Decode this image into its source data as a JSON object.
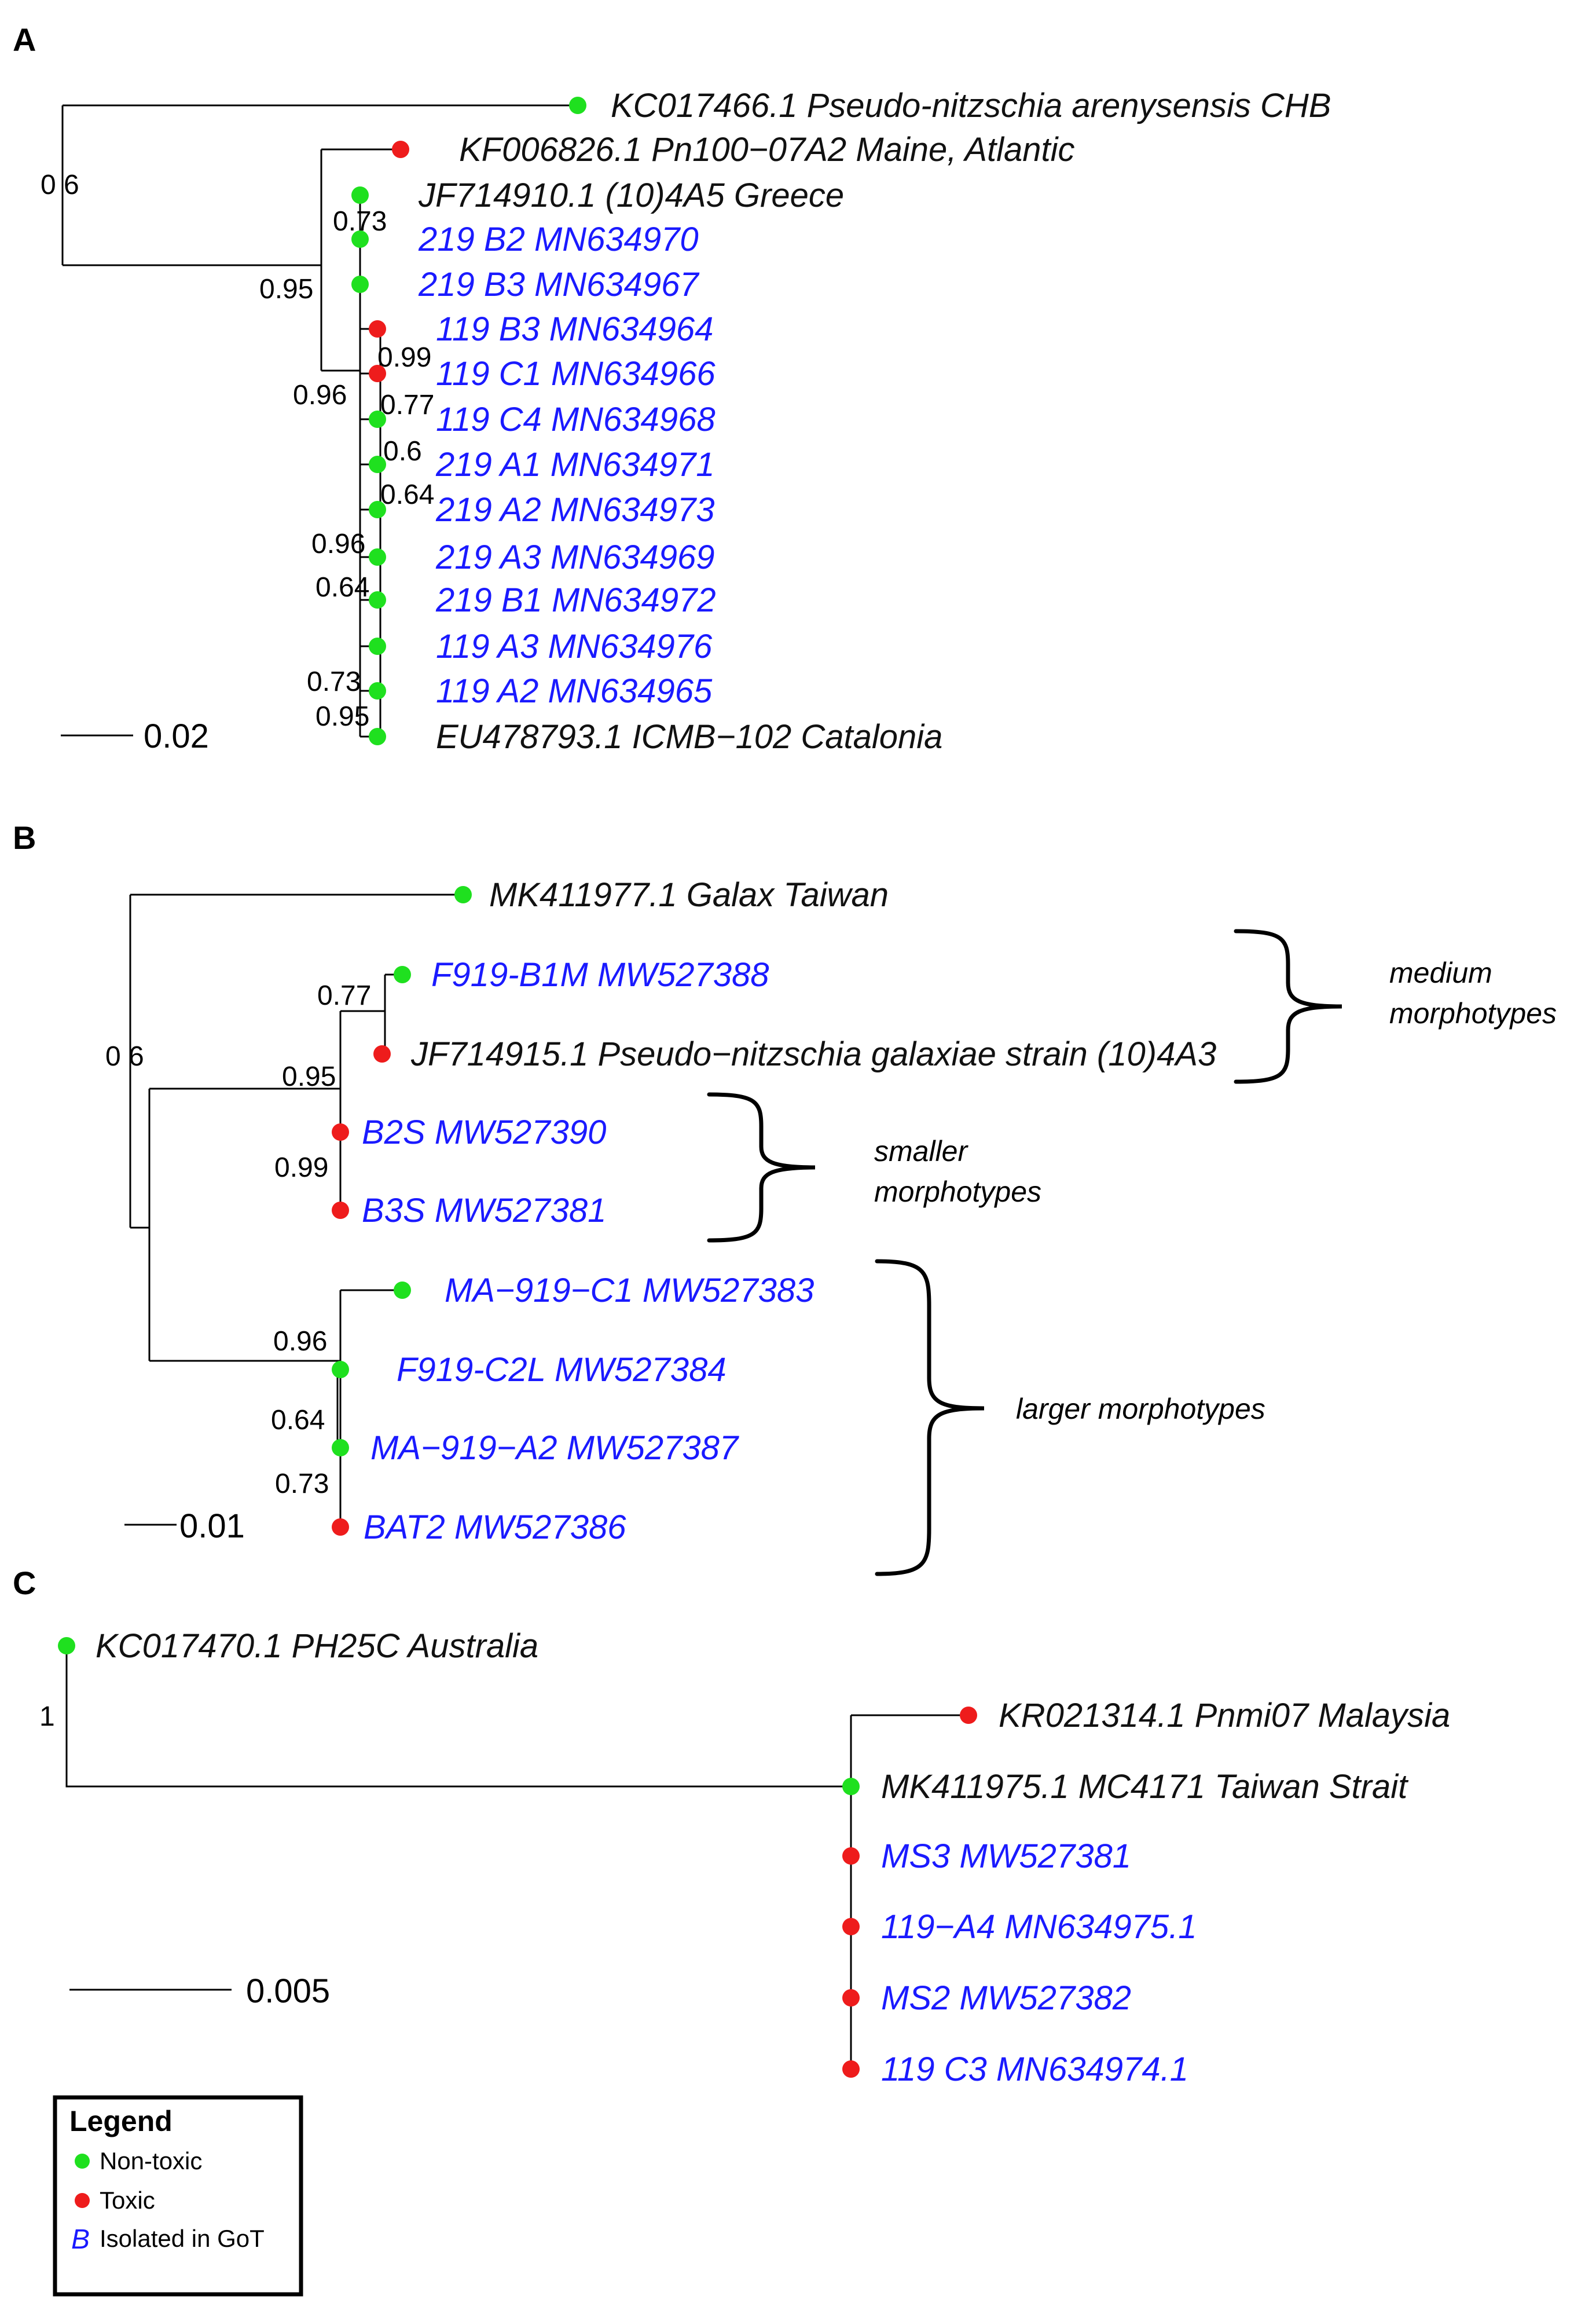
{
  "panels": [
    {
      "label": "A",
      "scale_label": "0.02",
      "tips": [
        {
          "text": "KC017466.1 Pseudo-nitzschia arenysensis CHB",
          "status": "non-toxic",
          "got": false
        },
        {
          "text": "KF006826.1 Pn100−07A2 Maine, Atlantic",
          "status": "toxic",
          "got": false
        },
        {
          "text": "JF714910.1 (10)4A5 Greece",
          "status": "non-toxic",
          "got": false
        },
        {
          "text": "219 B2 MN634970",
          "status": "non-toxic",
          "got": true
        },
        {
          "text": "219 B3 MN634967",
          "status": "non-toxic",
          "got": true
        },
        {
          "text": "119 B3 MN634964",
          "status": "toxic",
          "got": true
        },
        {
          "text": "119 C1 MN634966",
          "status": "toxic",
          "got": true
        },
        {
          "text": "119 C4 MN634968",
          "status": "non-toxic",
          "got": true
        },
        {
          "text": "219 A1 MN634971",
          "status": "non-toxic",
          "got": true
        },
        {
          "text": "219 A2 MN634973",
          "status": "non-toxic",
          "got": true
        },
        {
          "text": "219 A3 MN634969",
          "status": "non-toxic",
          "got": true
        },
        {
          "text": "219 B1 MN634972",
          "status": "non-toxic",
          "got": true
        },
        {
          "text": "119 A3 MN634976",
          "status": "non-toxic",
          "got": true
        },
        {
          "text": "119 A2 MN634965",
          "status": "non-toxic",
          "got": true
        },
        {
          "text": "EU478793.1 ICMB−102 Catalonia",
          "status": "non-toxic",
          "got": false
        }
      ],
      "supports": [
        "0 6",
        "0.95",
        "0.96",
        "0.73",
        "0.99",
        "0.77",
        "0.6",
        "0.64",
        "0.96",
        "0.64",
        "0.73",
        "0.95"
      ]
    },
    {
      "label": "B",
      "scale_label": "0.01",
      "tips": [
        {
          "text": "MK411977.1 Galax Taiwan",
          "status": "non-toxic",
          "got": false
        },
        {
          "text": "F919-B1M MW527388",
          "status": "non-toxic",
          "got": true
        },
        {
          "text": "JF714915.1 Pseudo−nitzschia galaxiae strain (10)4A3",
          "status": "toxic",
          "got": false
        },
        {
          "text": "B2S MW527390",
          "status": "toxic",
          "got": true
        },
        {
          "text": "B3S MW527381",
          "status": "toxic",
          "got": true
        },
        {
          "text": "MA−919−C1 MW527383",
          "status": "non-toxic",
          "got": true
        },
        {
          "text": "F919-C2L MW527384",
          "status": "non-toxic",
          "got": true
        },
        {
          "text": "MA−919−A2 MW527387",
          "status": "non-toxic",
          "got": true
        },
        {
          "text": "BAT2 MW527386",
          "status": "toxic",
          "got": true
        }
      ],
      "supports": [
        "0 6",
        "0.77",
        "0.95",
        "0.99",
        "0.96",
        "0.64",
        "0.73"
      ],
      "groups": [
        {
          "line1": "medium",
          "line2": "morphotypes"
        },
        {
          "line1": "smaller",
          "line2": "morphotypes"
        },
        {
          "line1": "larger morphotypes",
          "line2": ""
        }
      ]
    },
    {
      "label": "C",
      "scale_label": "0.005",
      "tips": [
        {
          "text": "KC017470.1 PH25C Australia",
          "status": "non-toxic",
          "got": false
        },
        {
          "text": "KR021314.1 Pnmi07 Malaysia",
          "status": "toxic",
          "got": false
        },
        {
          "text": "MK411975.1 MC4171 Taiwan Strait",
          "status": "non-toxic",
          "got": false
        },
        {
          "text": "MS3 MW527381",
          "status": "toxic",
          "got": true
        },
        {
          "text": "119−A4 MN634975.1",
          "status": "toxic",
          "got": true
        },
        {
          "text": "MS2 MW527382",
          "status": "toxic",
          "got": true
        },
        {
          "text": "119 C3 MN634974.1",
          "status": "toxic",
          "got": true
        }
      ],
      "supports": [
        "1"
      ]
    }
  ],
  "legend": {
    "title": "Legend",
    "items": [
      {
        "marker": "dot",
        "color": "#1fe01f",
        "label": "Non-toxic"
      },
      {
        "marker": "dot",
        "color": "#ee1c1c",
        "label": "Toxic"
      },
      {
        "marker": "letter",
        "symbol": "B",
        "color": "#1a1aff",
        "label": "Isolated in GoT"
      }
    ]
  },
  "colors": {
    "non_toxic": "#1fe01f",
    "toxic": "#ee1c1c",
    "got_text": "#1a1aff",
    "reference_text": "#111111"
  }
}
